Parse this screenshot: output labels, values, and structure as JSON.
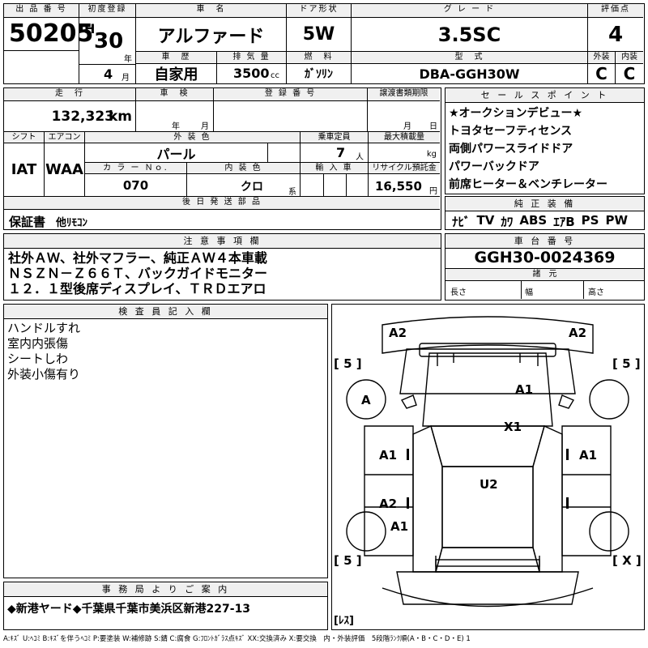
{
  "header": {
    "lot_label": "出 品 番 号",
    "lot_no": "50205",
    "reg_label": "初度登録",
    "era": "H",
    "year": "30",
    "year_unit": "年",
    "month": "4",
    "month_unit": "月",
    "name_label": "車　名",
    "car_name": "アルファード",
    "door_label": "ドア形状",
    "door": "5W",
    "grade_label": "グ レ ー ド",
    "grade": "3.5SC",
    "score_label": "評価点",
    "score": "4",
    "history_label": "車　歴",
    "history": "自家用",
    "disp_label": "排 気 量",
    "disp": "3500",
    "disp_unit": "cc",
    "fuel_label": "燃　料",
    "fuel": "ｶﾞｿﾘﾝ",
    "model_label": "型　式",
    "model": "DBA-GGH30W",
    "ext_label": "外装",
    "ext": "C",
    "int_label": "内装",
    "int": "C"
  },
  "row2": {
    "mileage_label": "走　行",
    "mileage": "132,323",
    "mileage_unit": "km",
    "inspect_label": "車　検",
    "inspect_y": "年",
    "inspect_m": "月",
    "plate_label": "登 録 番 号",
    "transfer_label": "譲渡書類期限",
    "transfer_m": "月",
    "transfer_d": "日",
    "shift_label": "シフト",
    "shift": "IAT",
    "ac_label": "エアコン",
    "ac": "WAA",
    "color_label": "外 装 色",
    "color": "パール",
    "cap_label": "乗車定員",
    "cap": "7",
    "cap_unit": "人",
    "load_label": "最大積載量",
    "load_unit": "kg",
    "colorno_label": "カ ラ ー Ｎｏ.",
    "colorno": "070",
    "intcolor_label": "内 装 色",
    "intcolor": "クロ",
    "intcolor_unit": "系",
    "import_label": "輸 入 車",
    "recycle_label": "リサイクル預託金",
    "recycle": "16,550",
    "recycle_unit": "円",
    "later_label": "後 日 発 送 部 品",
    "later_a": "保証書",
    "later_b": "他ﾘﾓｺﾝ"
  },
  "sales": {
    "label": "セ ー ル ス ポ イ ン ト",
    "items": [
      "★オークションデビュー★",
      "トヨタセーフティセンス",
      "両側パワースライドドア",
      "パワーバックドア",
      "前席ヒーター＆ベンチレーター"
    ]
  },
  "equip": {
    "label": "純 正 装 備",
    "items": [
      "ﾅﾋﾞ",
      "TV",
      "ｶﾜ",
      "ABS",
      "ｴｱB",
      "PS",
      "PW"
    ]
  },
  "notes": {
    "label": "注 意 事 項 欄",
    "lines": [
      "社外ＡＷ、社外マフラー、純正ＡＷ４本車載",
      "ＮＳＺＮ－Ｚ６６Ｔ、バックガイドモニター",
      "１２．１型後席ディスプレイ、ＴＲＤエアロ"
    ]
  },
  "chassis": {
    "label": "車 台 番 号",
    "number": "GGH30-0024369",
    "spec_label": "諸　元",
    "len": "長さ",
    "wid": "幅",
    "hgt": "高さ"
  },
  "inspector": {
    "label": "検 査 員 記 入 欄",
    "lines": [
      "ハンドルすれ",
      "室内内張傷",
      "シートしわ",
      "外装小傷有り"
    ]
  },
  "office": {
    "label": "事 務 局 よ り ご 案 内",
    "text": "◆新港ヤード◆千葉県千葉市美浜区新港227-13"
  },
  "diagram": {
    "marks": {
      "a2_l": "A2",
      "a2_r": "A2",
      "a_wheel": "A",
      "a1_hood": "A1",
      "x1": "X1",
      "a1_left": "A1",
      "a1_right": "A1",
      "u2": "U2",
      "a2_rear": "A2",
      "a1_rear": "A1"
    },
    "tires": {
      "fl": "[ 5 ]",
      "fr": "[ 5 ]",
      "rl": "[ 5 ]",
      "rr": "[ X ]",
      "spare": "[ﾚｽ]"
    }
  },
  "legend": "A:ｷｽﾞ U:ﾍｺﾐ B:ｷｽﾞを伴うﾍｺﾐ P:要塗装 W:補修跡 S:錆 C:腐食 G:ﾌﾛﾝﾄｶﾞﾗｽ点ｷｽﾞ XX:交換済み X:要交換　内・外装評価　5段階ﾗﾝｸ順(A・B・C・D・E) 1"
}
